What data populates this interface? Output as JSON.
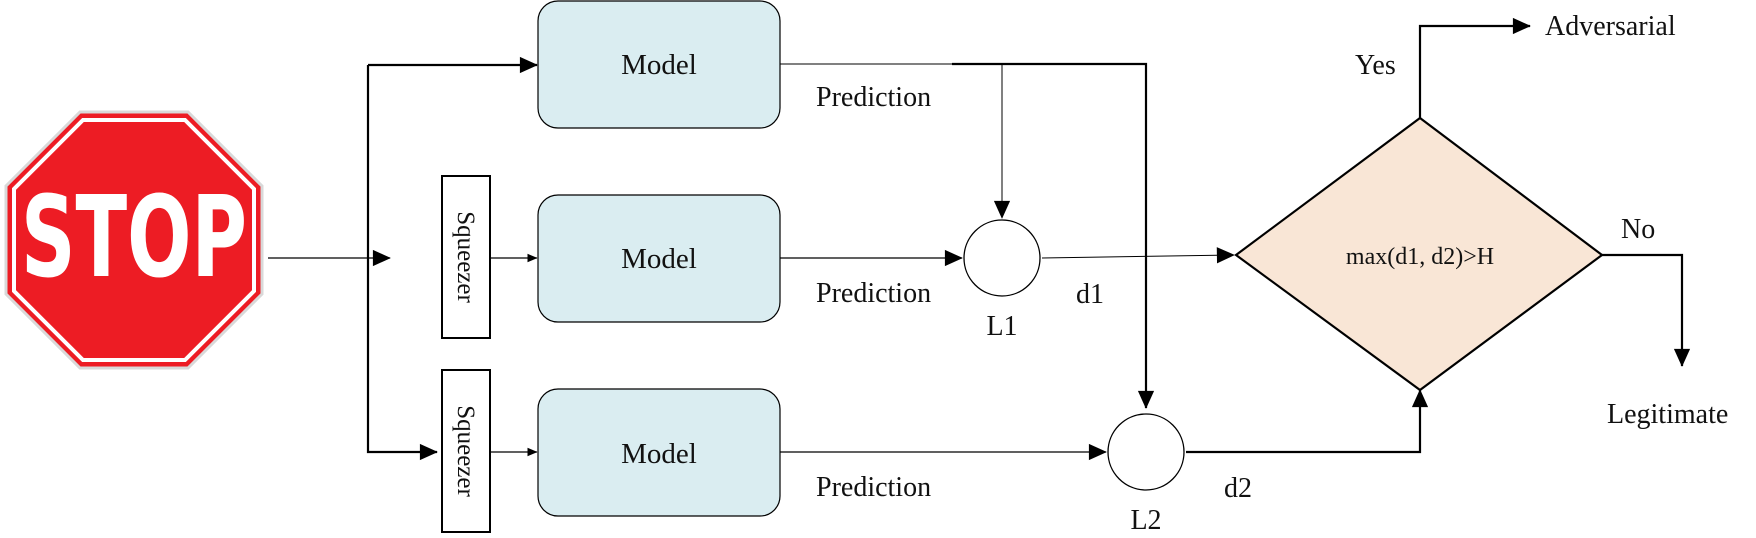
{
  "sign": {
    "text": "STOP",
    "fill": "#ed1c24"
  },
  "colors": {
    "model_fill": "#daedf1",
    "diamond_fill": "#f9e6d6",
    "line": "#000000"
  },
  "squeezers": [
    "Squeezer",
    "Squeezer"
  ],
  "models": [
    "Model",
    "Model",
    "Model"
  ],
  "predictions": [
    "Prediction",
    "Prediction",
    "Prediction"
  ],
  "nodes": [
    "L1",
    "L2"
  ],
  "distances": [
    "d1",
    "d2"
  ],
  "decision": {
    "condition": "max(d1, d2)>H",
    "yes": "Yes",
    "no": "No"
  },
  "outcomes": {
    "adversarial": "Adversarial",
    "legitimate": "Legitimate"
  }
}
